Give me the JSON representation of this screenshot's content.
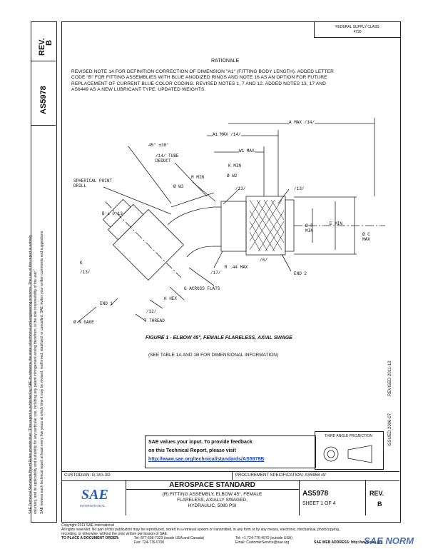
{
  "header": {
    "fed_class": "FEDERAL SUPPLY CLASS",
    "fed_class_no": "4730",
    "rev_label": "REV.",
    "rev_value": "B",
    "doc_no": "AS5978"
  },
  "rationale": {
    "title": "RATIONALE",
    "lines": [
      "REVISED NOTE 14 FOR DEFINITION CORRECTION OF DIMENSION \"A1\" (FITTING BODY LENGTH). ADDED LETTER",
      "CODE \"B\" FOR FITTING ASSEMBLIES WITH BLUE ANODIZED RINGS AND NOTE 16 AS AN OPTION FOR FUTURE",
      "REPLACEMENT OF CURRENT BLUE COLOR CODING. REVISED NOTES 1, 7 AND 12. ADDED NOTES 13, 17 AND",
      "AS6449 AS A NEW LUBRICANT TYPE. UPDATED WEIGHTS."
    ]
  },
  "drawing": {
    "labels": {
      "a_max": "A MAX /14/",
      "a1_max": "A1 MAX /14/",
      "w1_max": "W1 MAX",
      "angle": "45° ±30'",
      "tube_deduct": "/14/ TUBE DEDUCT",
      "k_min": "K MIN",
      "w2": "Ø W2",
      "m_min": "M MIN",
      "w3": "Ø W3",
      "spherical": "SPHERICAL POINT DRILL",
      "tag13a": "/13/",
      "tag13b": "/13/",
      "e_min": "E MIN",
      "p_min": "Ø P MIN",
      "c_max": "Ø C MAX",
      "b_dim": "B ± 0.13",
      "tag6": "/6/",
      "tag17": "/17/",
      "r_max": "R .44 MAX",
      "end2": "END 2",
      "k": "K",
      "tag13c": "/13/",
      "g_flats": "G ACROSS FLATS",
      "h_hex": "H HEX",
      "end1": "END 1",
      "tag12": "/12/",
      "t_thread": "T THREAD",
      "n_gage": "Ø N GAGE"
    },
    "caption": "FIGURE 1 - ELBOW 45°, FEMALE FLARELESS, AXIAL SWAGE",
    "see_table": "(SEE TABLE 1A AND 1B FOR DIMENSIONAL INFORMATION)"
  },
  "left_margin": {
    "line1": "SAE Technical Standards Board Rules provide that: \"This report is published by SAE to advance the state of technical and engineering sciences. The use of this report is entirely",
    "line2": "voluntary, and its applicability and suitability for any particular use, including any patent infringement arising therefrom, is the sole responsibility of the user.\"",
    "line3": "SAE reviews each technical report at least every five years at which time it may be revised, reaffirmed, stabilized, or cancelled. SAE invites your written comments and suggestions."
  },
  "right_margin": {
    "issued": "ISSUED 2006-07",
    "revised": "REVISED 2011-12"
  },
  "feedback": {
    "line1": "SAE values your input. To provide feedback",
    "line2": "on this Technical Report, please visit",
    "url": "http://www.sae.org/technical/standards/AS5978B"
  },
  "projection": {
    "title": "THIRD ANGLE PROJECTION"
  },
  "title_block": {
    "custodian": "CUSTODIAN: G-3/G-3D",
    "procurement": "PROCUREMENT SPECIFICATION: AS5958 /4/",
    "aerospace_standard": "AEROSPACE STANDARD",
    "title_line1": "(R) FITTING ASSEMBLY, ELBOW 45°, FEMALE",
    "title_line2": "FLARELESS, AXIALLY SWAGED,",
    "title_line3": "HYDRAULIC, 5080 PSI",
    "doc_no": "AS5978",
    "sheet": "SHEET 1 OF 4",
    "rev_label": "REV.",
    "rev_value": "B",
    "logo_text": "SAE",
    "logo_sub": "INTERNATIONAL"
  },
  "footer": {
    "copyright": "Copyright 2011 SAE International",
    "rights": "All rights reserved. No part of this publication may be reproduced, stored in a retrieval system or transmitted, in any form or by any means, electronic, mechanical, photocopying,",
    "rights2": "recording, or otherwise, without the prior written permission of SAE.",
    "order": "TO PLACE A DOCUMENT ORDER:",
    "tel": "Tel: 877-606-7323 (inside USA and Canada)",
    "tel2": "Tel: +1 724-776-4970 (outside USA)",
    "fax": "Fax: 724-776-0790",
    "email": "Email: CustomerService@sae.org",
    "web": "SAE WEB ADDRESS: http://www.sae.org",
    "watermark": "SAE NORM"
  }
}
